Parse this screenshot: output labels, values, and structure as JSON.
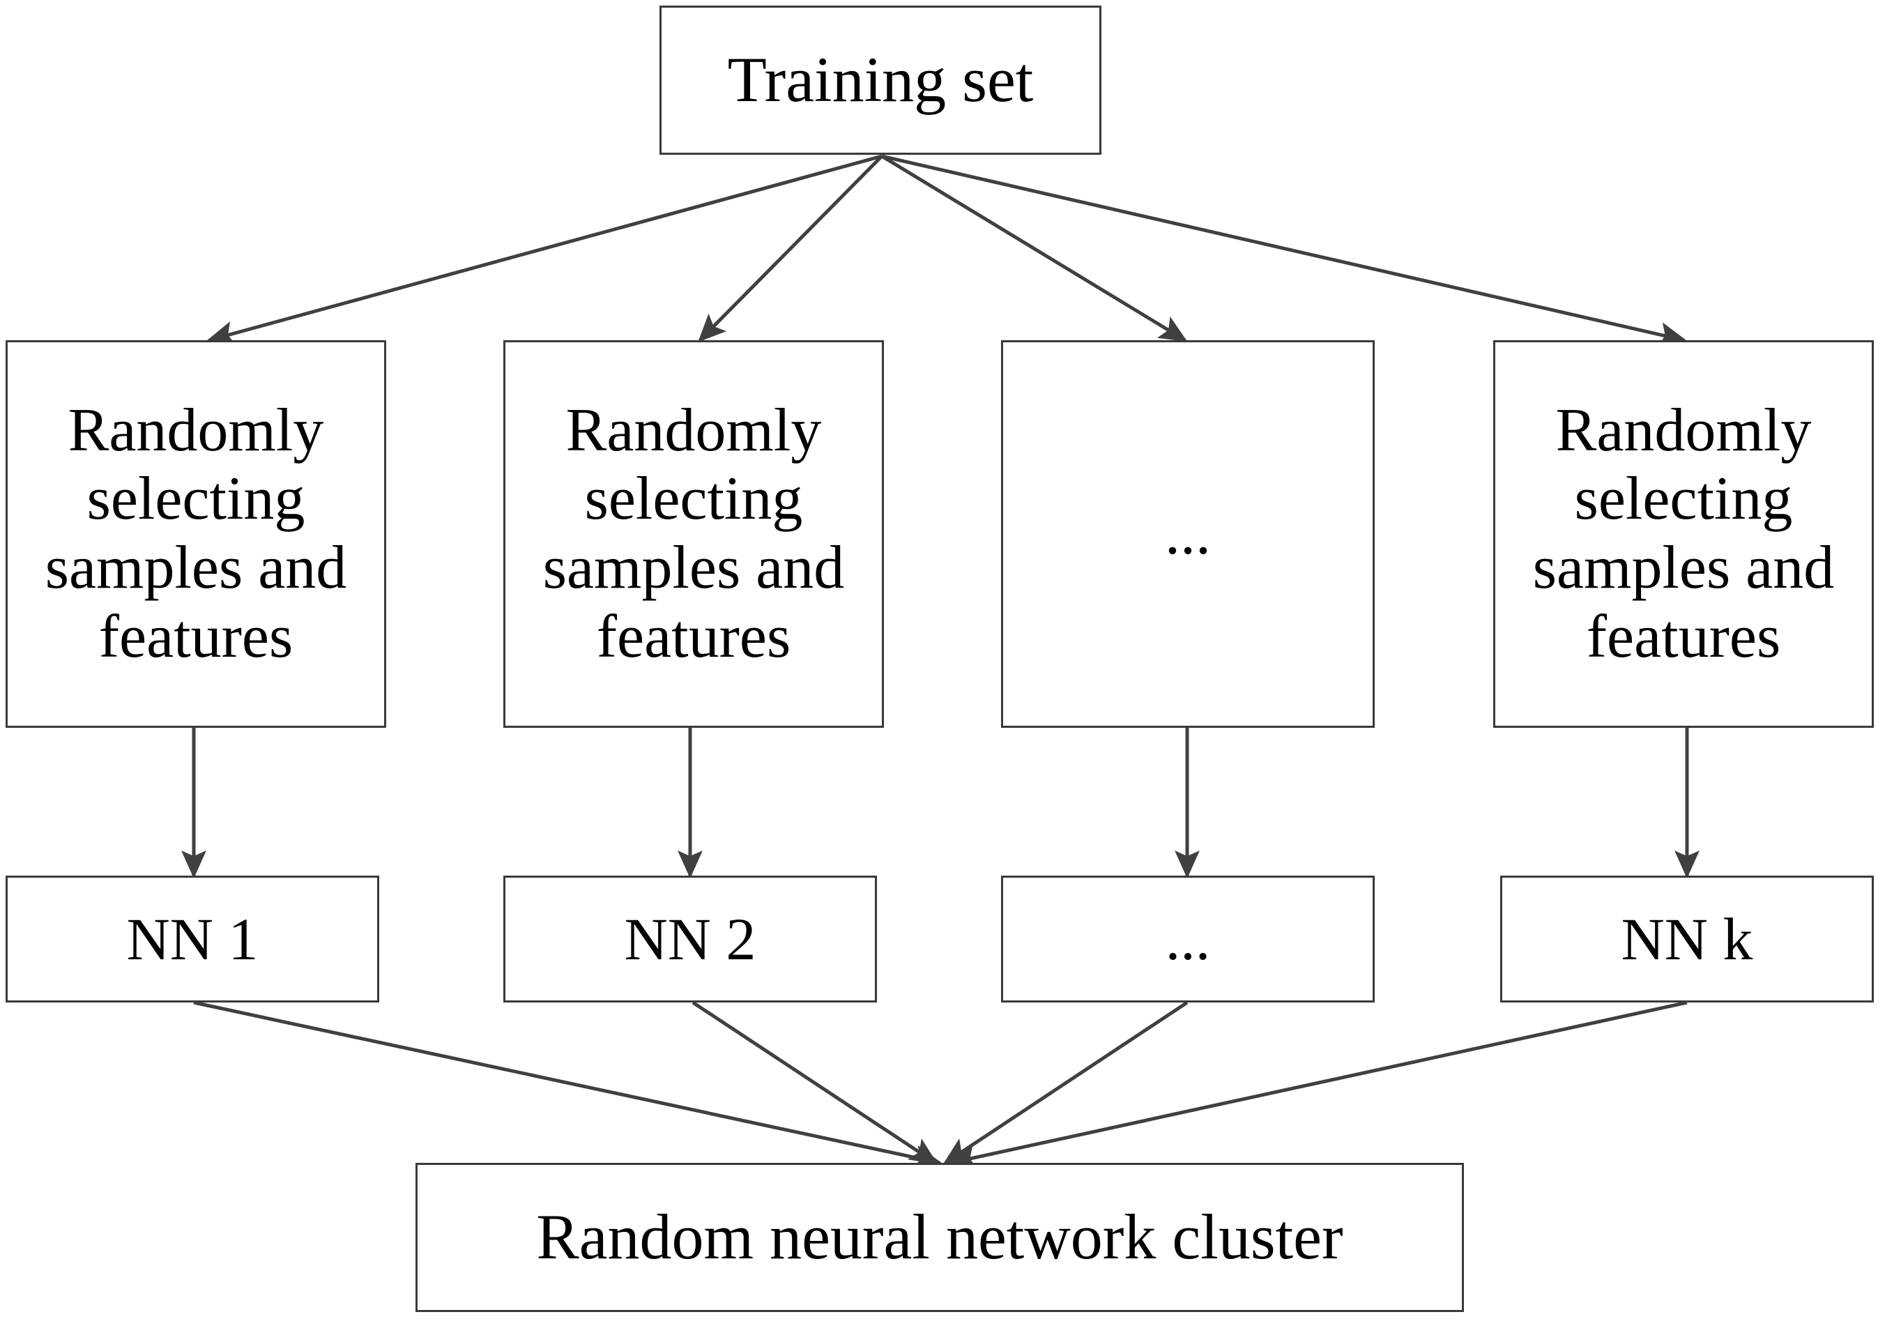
{
  "diagram": {
    "top": {
      "label": "Training set"
    },
    "branches": [
      {
        "step": "Randomly selecting samples and features",
        "model": "NN 1"
      },
      {
        "step": "Randomly selecting samples and features",
        "model": "NN 2"
      },
      {
        "step": "...",
        "model": "..."
      },
      {
        "step": "Randomly selecting samples and features",
        "model": "NN k"
      }
    ],
    "bottom": {
      "label": "Random neural network cluster"
    }
  },
  "colors": {
    "line": "#404040",
    "border": "#3a3a3a",
    "text": "#000000",
    "background": "#ffffff"
  }
}
